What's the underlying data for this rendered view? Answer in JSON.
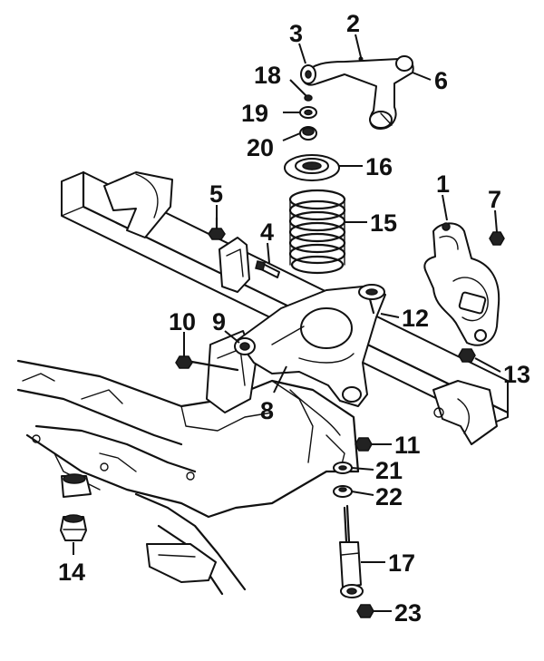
{
  "diagram": {
    "callouts": [
      {
        "id": "1",
        "text": "1"
      },
      {
        "id": "2",
        "text": "2"
      },
      {
        "id": "3",
        "text": "3"
      },
      {
        "id": "4",
        "text": "4"
      },
      {
        "id": "5",
        "text": "5"
      },
      {
        "id": "6",
        "text": "6"
      },
      {
        "id": "7",
        "text": "7"
      },
      {
        "id": "8",
        "text": "8"
      },
      {
        "id": "9",
        "text": "9"
      },
      {
        "id": "10",
        "text": "10"
      },
      {
        "id": "11",
        "text": "11"
      },
      {
        "id": "12",
        "text": "12"
      },
      {
        "id": "13",
        "text": "13"
      },
      {
        "id": "14",
        "text": "14"
      },
      {
        "id": "15",
        "text": "15"
      },
      {
        "id": "16",
        "text": "16"
      },
      {
        "id": "17",
        "text": "17"
      },
      {
        "id": "18",
        "text": "18"
      },
      {
        "id": "19",
        "text": "19"
      },
      {
        "id": "20",
        "text": "20"
      },
      {
        "id": "21",
        "text": "21"
      },
      {
        "id": "22",
        "text": "22"
      },
      {
        "id": "23",
        "text": "23"
      }
    ],
    "colors": {
      "ink": "#111111",
      "paper": "#ffffff"
    }
  }
}
